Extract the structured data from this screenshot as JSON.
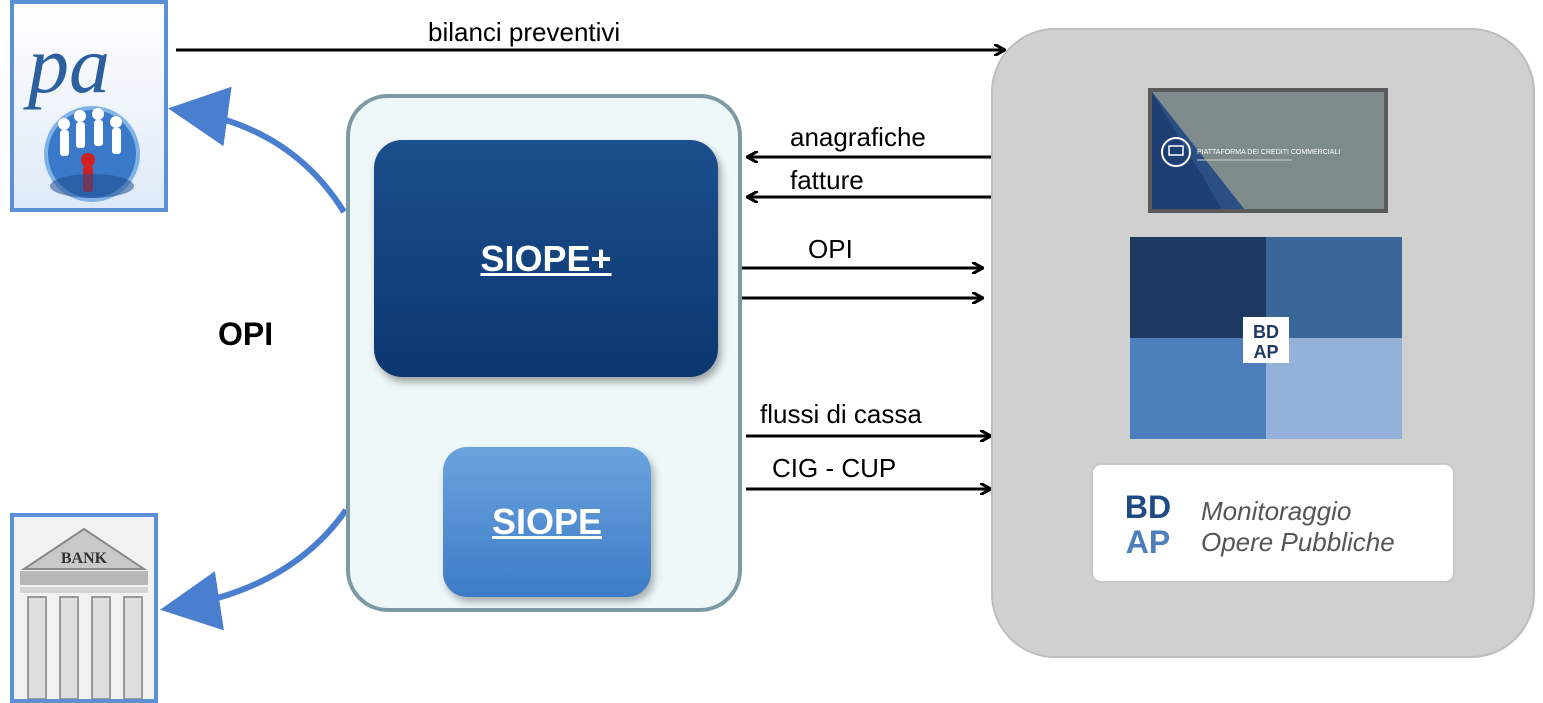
{
  "labels": {
    "bilanci": "bilanci preventivi",
    "anagrafiche": "anagrafiche",
    "fatture": "fatture",
    "opi_small": "OPI",
    "flussi": "flussi di cassa",
    "cig_cup": "CIG - CUP",
    "opi_big": "OPI"
  },
  "siope_plus": {
    "label": "SIOPE+"
  },
  "siope": {
    "label": "SIOPE"
  },
  "pa_logo": {
    "text": "pa"
  },
  "bank_logo": {
    "text": "BANK"
  },
  "pcc_logo": {
    "text": "PIATTAFORMA DEI CREDITI COMMERCIALI"
  },
  "bdap_logo": {
    "line1": "BD",
    "line2": "AP"
  },
  "monitoraggio_logo": {
    "mark_line1": "BD",
    "mark_line2": "AP",
    "title_line1": "Monitoraggio",
    "title_line2": "Opere Pubbliche"
  },
  "colors": {
    "navy": "#0b376f",
    "siope_blue": "#4a8ad2",
    "curve_blue": "#4a7fd0",
    "panel_grey": "#d0d0d0"
  }
}
